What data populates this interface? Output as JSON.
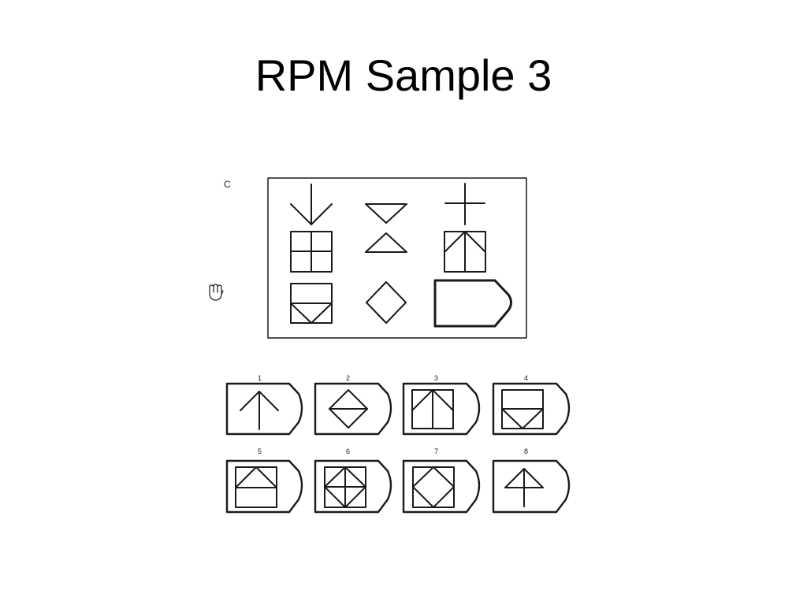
{
  "slide": {
    "title": "RPM Sample 3"
  },
  "puzzle": {
    "section_label": "C",
    "matrix_cells": [
      {
        "row": 1,
        "col": 1,
        "content": "arrow-down"
      },
      {
        "row": 1,
        "col": 2,
        "content": "triangle-down"
      },
      {
        "row": 1,
        "col": 3,
        "content": "cross"
      },
      {
        "row": 2,
        "col": 1,
        "content": "square-with-cross"
      },
      {
        "row": 2,
        "col": 2,
        "content": "triangle-up"
      },
      {
        "row": 2,
        "col": 3,
        "content": "square-with-arrow-up"
      },
      {
        "row": 3,
        "col": 1,
        "content": "square-with-bar-and-triangle-down"
      },
      {
        "row": 3,
        "col": 2,
        "content": "diamond"
      },
      {
        "row": 3,
        "col": 3,
        "content": "missing-answer-slot"
      }
    ],
    "options": [
      {
        "number": "1",
        "content": "arrow-up"
      },
      {
        "number": "2",
        "content": "diamond-with-horizontal"
      },
      {
        "number": "3",
        "content": "square-with-arrow-up"
      },
      {
        "number": "4",
        "content": "square-with-bar-and-triangle-down"
      },
      {
        "number": "5",
        "content": "square-with-triangle-up-and-bar"
      },
      {
        "number": "6",
        "content": "square-with-diamond-and-cross"
      },
      {
        "number": "7",
        "content": "square-with-diamond"
      },
      {
        "number": "8",
        "content": "triangle-up-with-vertical"
      }
    ]
  }
}
